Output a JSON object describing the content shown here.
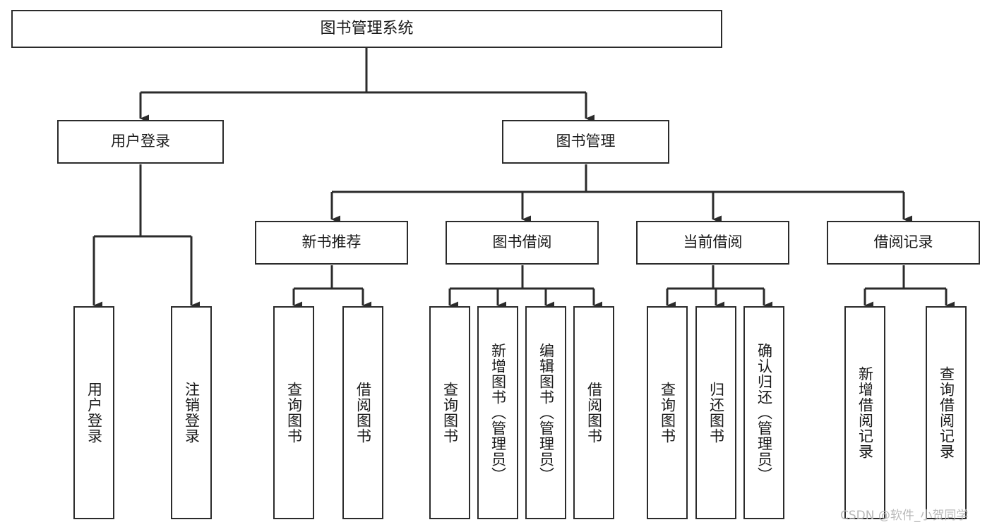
{
  "diagram": {
    "type": "tree",
    "title": "图书管理系统",
    "root": {
      "label": "图书管理系统"
    },
    "level2": [
      {
        "label": "用户登录"
      },
      {
        "label": "图书管理"
      }
    ],
    "level3": [
      {
        "label": "新书推荐"
      },
      {
        "label": "图书借阅"
      },
      {
        "label": "当前借阅"
      },
      {
        "label": "借阅记录"
      }
    ],
    "leaves": {
      "user_login": [
        {
          "label": "用户登录"
        },
        {
          "label": "注销登录"
        }
      ],
      "new_book_recommend": [
        {
          "label": "查询图书"
        },
        {
          "label": "借阅图书"
        }
      ],
      "book_borrow": [
        {
          "label": "查询图书"
        },
        {
          "label": "新增图书（管理员）"
        },
        {
          "label": "编辑图书（管理员）"
        },
        {
          "label": "借阅图书"
        }
      ],
      "current_borrow": [
        {
          "label": "查询图书"
        },
        {
          "label": "归还图书"
        },
        {
          "label": "确认归还（管理员）"
        }
      ],
      "borrow_record": [
        {
          "label": "新增借阅记录"
        },
        {
          "label": "查询借阅记录"
        }
      ]
    }
  },
  "watermark": {
    "text": "CSDN @软件_小贺同学"
  },
  "colors": {
    "line": "#2b2b2b",
    "box_border": "#2b2b2b",
    "box_fill": "#ffffff",
    "text": "#1a1a1a",
    "watermark": "#b9b9b9",
    "background": "#ffffff"
  }
}
